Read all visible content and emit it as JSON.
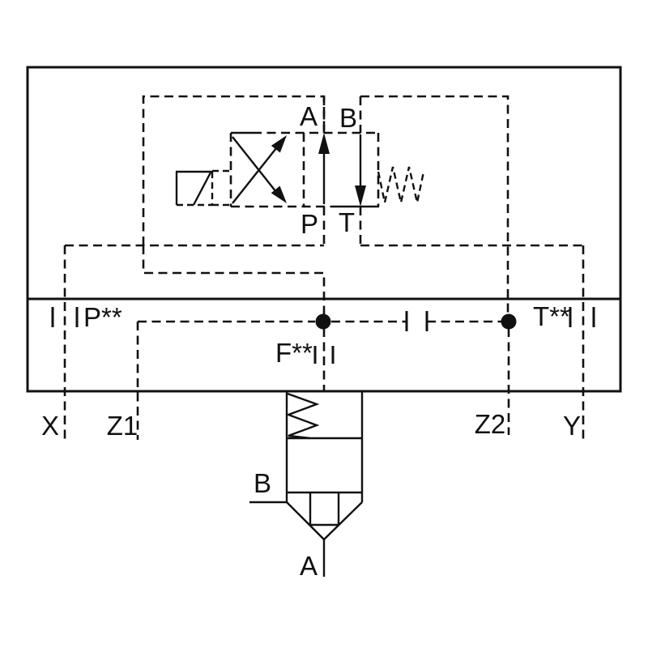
{
  "diagram": {
    "kind": "hydraulic valve schematic",
    "colors": {
      "line": "#111111",
      "background": "#ffffff"
    },
    "labels": {
      "pilot_a": "A",
      "pilot_b": "B",
      "pilot_p": "P",
      "pilot_t": "T",
      "channel_p": "P**",
      "channel_t": "T**",
      "channel_f": "F**",
      "port_x": "X",
      "port_z1": "Z1",
      "port_z2": "Z2",
      "port_y": "Y",
      "main_b": "B",
      "main_a": "A"
    }
  }
}
